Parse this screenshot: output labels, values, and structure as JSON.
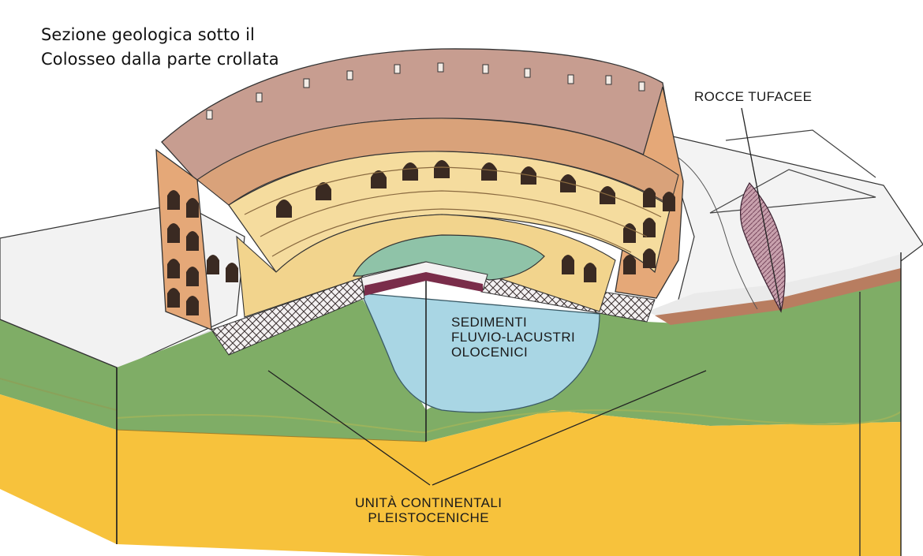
{
  "title": {
    "line1": "Sezione geologica sotto il",
    "line2": "Colosseo dalla parte crollata"
  },
  "labels": {
    "tufo": "ROCCE TUFACEE",
    "sediments": [
      "SEDIMENTI",
      "FLUVIO-LACUSTRI",
      "OLOCENICI"
    ],
    "units": [
      "UNITÀ CONTINENTALI",
      "PLEISTOCENICHE"
    ]
  },
  "colors": {
    "green_layer": "#7fad66",
    "yellow_layer": "#f7c23c",
    "sediment_blue": "#a9d6e4",
    "arena_green": "#8fc3a8",
    "tuff": "#b87d60",
    "walls": "#e5a878",
    "seating": "#f5dc9e",
    "attic": "#c79d90"
  }
}
